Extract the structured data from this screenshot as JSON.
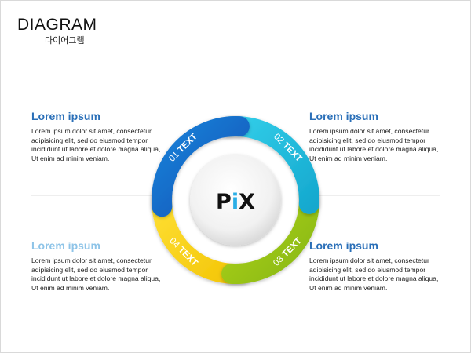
{
  "header": {
    "title": "DIAGRAM",
    "subtitle": "다이어그램"
  },
  "blocks": [
    {
      "id": "top-left",
      "heading": "Lorem ipsum",
      "color": "#2a6fb8",
      "body": "Lorem ipsum dolor sit amet, consectetur adipisicing elit, sed do eiusmod tempor incididunt ut labore et dolore magna aliqua, Ut enim ad minim veniam."
    },
    {
      "id": "top-right",
      "heading": "Lorem ipsum",
      "color": "#2a6fb8",
      "body": "Lorem ipsum dolor sit amet, consectetur adipisicing elit, sed do eiusmod tempor incididunt ut labore et dolore magna aliqua, Ut enim ad minim veniam."
    },
    {
      "id": "bottom-left",
      "heading": "Lorem ipsum",
      "color": "#8ec4e8",
      "body": "Lorem ipsum dolor sit amet, consectetur adipisicing elit, sed do eiusmod tempor incididunt ut labore et dolore magna aliqua, Ut enim ad minim veniam."
    },
    {
      "id": "bottom-right",
      "heading": "Lorem ipsum",
      "color": "#2a6fb8",
      "body": "Lorem ipsum dolor sit amet, consectetur adipisicing elit, sed do eiusmod tempor incididunt ut labore et dolore magna aliqua, Ut enim ad minim veniam."
    }
  ],
  "cycle": {
    "center_logo": {
      "letters": [
        "P",
        "i",
        "X"
      ],
      "colors": [
        "#111111",
        "#2aaee6",
        "#111111"
      ]
    },
    "segments": [
      {
        "number": "01",
        "label": "TEXT",
        "color_light": "#1f87dd",
        "color_dark": "#0a4fb3"
      },
      {
        "number": "02",
        "label": "TEXT",
        "color_light": "#36d2ec",
        "color_dark": "#12a5cc"
      },
      {
        "number": "03",
        "label": "TEXT",
        "color_light": "#b4d824",
        "color_dark": "#84b40c"
      },
      {
        "number": "04",
        "label": "TEXT",
        "color_light": "#ffe23a",
        "color_dark": "#f2c200"
      }
    ]
  }
}
